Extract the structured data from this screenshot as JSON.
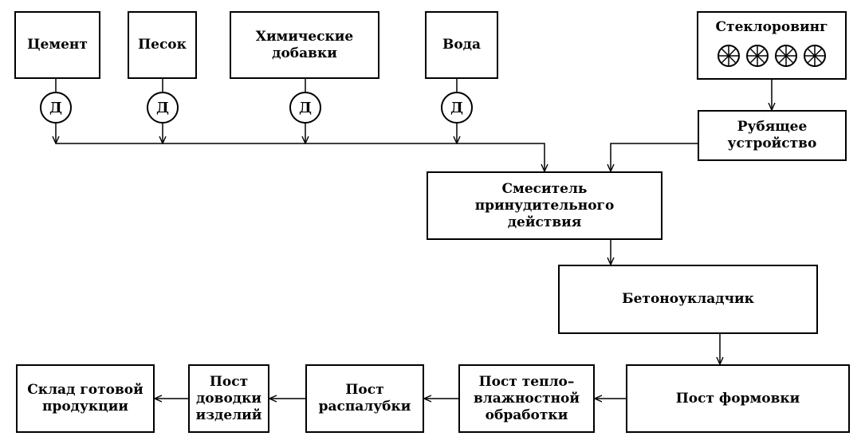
{
  "nodes": {
    "cement": "Цемент",
    "sand": "Песок",
    "chem": "Химические\nдобавки",
    "water": "Вода",
    "glass": "Стеклоровинг",
    "chopper": "Рубящее\nустройство",
    "mixer": "Смеситель\nпринудительного\nдействия",
    "placer": "Бетоноукладчик",
    "forming": "Пост формовки",
    "heat": "Пост тепло–\nвлажностной\nобработки",
    "strip": "Пост\nраспалубки",
    "finish": "Пост\nдоводки\nизделий",
    "store": "Склад готовой\nпродукции"
  },
  "dispenser_label": "Д",
  "reel_count": 4,
  "edges": [
    [
      "cement",
      "mixer"
    ],
    [
      "sand",
      "mixer"
    ],
    [
      "chem",
      "mixer"
    ],
    [
      "water",
      "mixer"
    ],
    [
      "glass",
      "chopper"
    ],
    [
      "chopper",
      "mixer"
    ],
    [
      "mixer",
      "placer"
    ],
    [
      "placer",
      "forming"
    ],
    [
      "forming",
      "heat"
    ],
    [
      "heat",
      "strip"
    ],
    [
      "strip",
      "finish"
    ],
    [
      "finish",
      "store"
    ]
  ]
}
